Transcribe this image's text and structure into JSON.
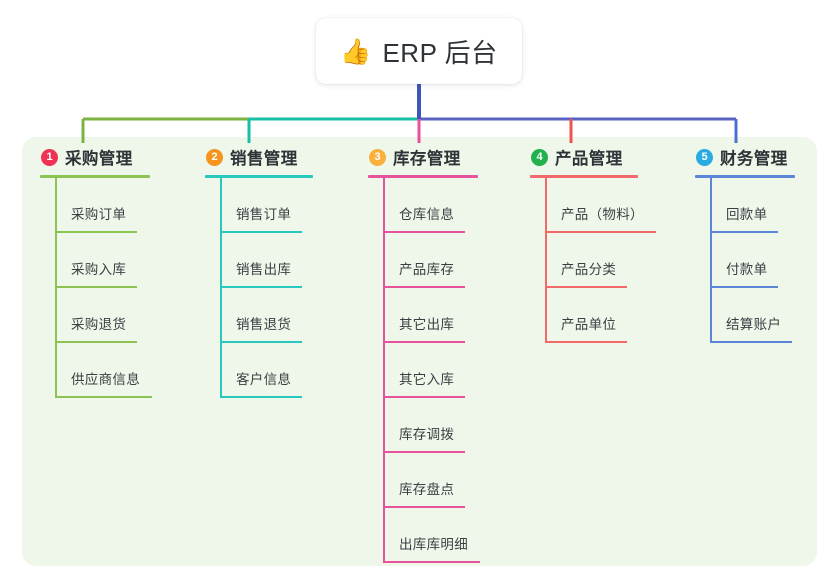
{
  "page": {
    "background": "#ffffff",
    "panel_background": "#eff7ea"
  },
  "root": {
    "icon": "thumbs-up-icon",
    "icon_glyph": "👍",
    "title": "ERP 后台"
  },
  "connectors": {
    "trunk_color": "#4055bb",
    "bar_segments": [
      {
        "from": "column-1",
        "to": "column-2",
        "color": "#7cb342"
      },
      {
        "from": "column-2",
        "to": "column-3",
        "color": "#19bfa5"
      },
      {
        "from": "column-3",
        "to": "column-5",
        "color": "#5a62c4"
      }
    ],
    "drops": [
      {
        "column": "column-1",
        "color": "#7cb342"
      },
      {
        "column": "column-2",
        "color": "#19bfa5"
      },
      {
        "column": "column-3",
        "color": "#e8519b"
      },
      {
        "column": "column-4",
        "color": "#ef5350"
      },
      {
        "column": "column-5",
        "color": "#4c6fd0"
      }
    ]
  },
  "columns": [
    {
      "id": "column-1",
      "number": "1",
      "badge_color": "#ef3355",
      "line_color": "#8dc254",
      "title": "采购管理",
      "items": [
        {
          "label": "采购订单"
        },
        {
          "label": "采购入库"
        },
        {
          "label": "采购退货"
        },
        {
          "label": "供应商信息"
        }
      ]
    },
    {
      "id": "column-2",
      "number": "2",
      "badge_color": "#f7941e",
      "line_color": "#29c7bd",
      "title": "销售管理",
      "items": [
        {
          "label": "销售订单"
        },
        {
          "label": "销售出库"
        },
        {
          "label": "销售退货"
        },
        {
          "label": "客户信息"
        }
      ]
    },
    {
      "id": "column-3",
      "number": "3",
      "badge_color": "#fbb03b",
      "line_color": "#e8519b",
      "title": "库存管理",
      "items": [
        {
          "label": "仓库信息"
        },
        {
          "label": "产品库存"
        },
        {
          "label": "其它出库"
        },
        {
          "label": "其它入库"
        },
        {
          "label": "库存调拨"
        },
        {
          "label": "库存盘点"
        },
        {
          "label": "出库库明细"
        }
      ]
    },
    {
      "id": "column-4",
      "number": "4",
      "badge_color": "#22b14c",
      "line_color": "#f2696a",
      "title": "产品管理",
      "items": [
        {
          "label": "产品（物料）"
        },
        {
          "label": "产品分类"
        },
        {
          "label": "产品单位"
        }
      ]
    },
    {
      "id": "column-5",
      "number": "5",
      "badge_color": "#29abe2",
      "line_color": "#5b86d8",
      "title": "财务管理",
      "items": [
        {
          "label": "回款单"
        },
        {
          "label": "付款单"
        },
        {
          "label": "结算账户"
        }
      ]
    }
  ]
}
